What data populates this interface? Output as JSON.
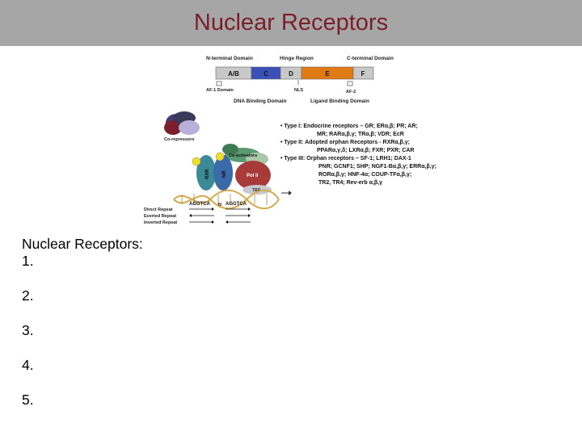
{
  "slide": {
    "title": "Nuclear Receptors",
    "accent_color": "#7a1f2b",
    "banner_color": "#a6a6a6"
  },
  "figure": {
    "domain_labels": {
      "n_terminal": "N-terminal Domain",
      "hinge": "Hinge Region",
      "c_terminal": "C-terminal Domain"
    },
    "segments": [
      "A/B",
      "C",
      "D",
      "E",
      "F"
    ],
    "segment_colors": [
      "#c8c8c8",
      "#3b4fb8",
      "#c8c8c8",
      "#e07a12",
      "#c8c8c8"
    ],
    "markers": {
      "af1": "AF-1 Domain",
      "nls": "NLS",
      "af2": "AF-2"
    },
    "domain_captions": {
      "dbd": "DNA Binding Domain",
      "lbd": "Ligand Binding Domain"
    },
    "complex_labels": {
      "corepressors": "Co-repressors",
      "coactivators": "Co-activators",
      "rxr": "RXR",
      "nr": "NR",
      "pol2": "Pol II",
      "tbp": "TBP",
      "half_site_1": "AGGTCA",
      "spacer": "N",
      "half_site_2": "AGGTCA"
    },
    "repeats": [
      "Direct Repeat",
      "Everted Repeat",
      "Inverted Repeat"
    ],
    "types": [
      "• Type I: Endocrine receptors – GR; ERα,β; PR; AR;",
      "MR; RARα,β,γ; TRα,β; VDR; EcR",
      "• Type II: Adopted orphan Receptors - RXRα,β,γ;",
      "PPARα,γ,δ; LXRα,β; FXR; PXR; CAR",
      "• Type III: Orphan receptors – SF-1; LRH1; DAX-1",
      "PNR; GCNF1; SHP; NGF1-Bα,β,γ; ERRα,β,γ;",
      "RORα,β,γ; HNF-4α; COUP-TFα,β,γ;",
      "TR2, TR4; Rev-erb α,β,γ"
    ]
  },
  "notes": {
    "heading": "Nuclear Receptors:",
    "items": [
      "1.",
      "2.",
      "3.",
      "4.",
      "5."
    ]
  }
}
